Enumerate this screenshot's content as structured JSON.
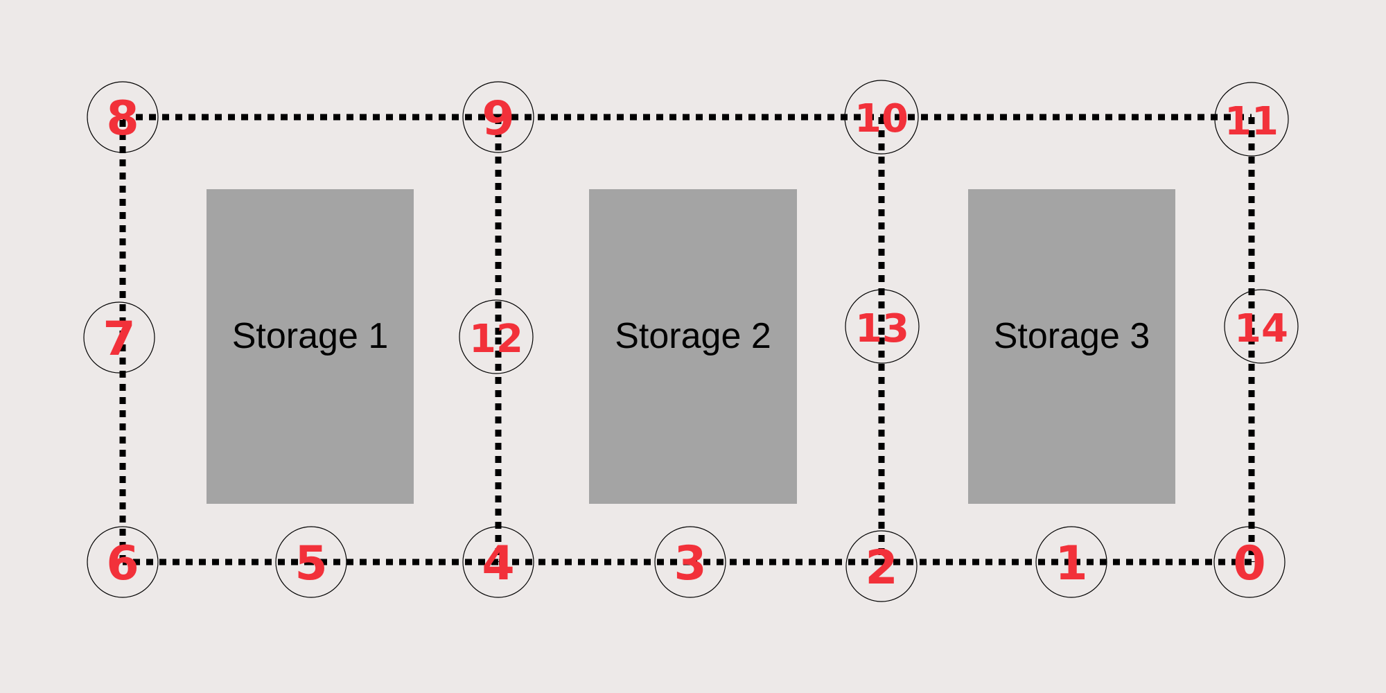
{
  "colors": {
    "background": "#ede9e8",
    "storage_fill": "#a4a4a4",
    "path": "#000000",
    "node_label": "#f2313a",
    "node_outline": "#000000"
  },
  "storages": [
    {
      "id": "storage-1",
      "label": "Storage 1"
    },
    {
      "id": "storage-2",
      "label": "Storage 2"
    },
    {
      "id": "storage-3",
      "label": "Storage 3"
    }
  ],
  "nodes": [
    {
      "id": "0",
      "label": "0"
    },
    {
      "id": "1",
      "label": "1"
    },
    {
      "id": "2",
      "label": "2"
    },
    {
      "id": "3",
      "label": "3"
    },
    {
      "id": "4",
      "label": "4"
    },
    {
      "id": "5",
      "label": "5"
    },
    {
      "id": "6",
      "label": "6"
    },
    {
      "id": "7",
      "label": "7"
    },
    {
      "id": "8",
      "label": "8"
    },
    {
      "id": "9",
      "label": "9"
    },
    {
      "id": "10",
      "label": "10"
    },
    {
      "id": "11",
      "label": "11"
    },
    {
      "id": "12",
      "label": "12"
    },
    {
      "id": "13",
      "label": "13"
    },
    {
      "id": "14",
      "label": "14"
    }
  ],
  "edges": [
    [
      "0",
      "1"
    ],
    [
      "1",
      "2"
    ],
    [
      "2",
      "3"
    ],
    [
      "3",
      "4"
    ],
    [
      "4",
      "5"
    ],
    [
      "5",
      "6"
    ],
    [
      "6",
      "7"
    ],
    [
      "7",
      "8"
    ],
    [
      "8",
      "9"
    ],
    [
      "9",
      "10"
    ],
    [
      "10",
      "11"
    ],
    [
      "9",
      "12"
    ],
    [
      "12",
      "4"
    ],
    [
      "10",
      "13"
    ],
    [
      "13",
      "2"
    ],
    [
      "11",
      "14"
    ],
    [
      "14",
      "0"
    ]
  ]
}
